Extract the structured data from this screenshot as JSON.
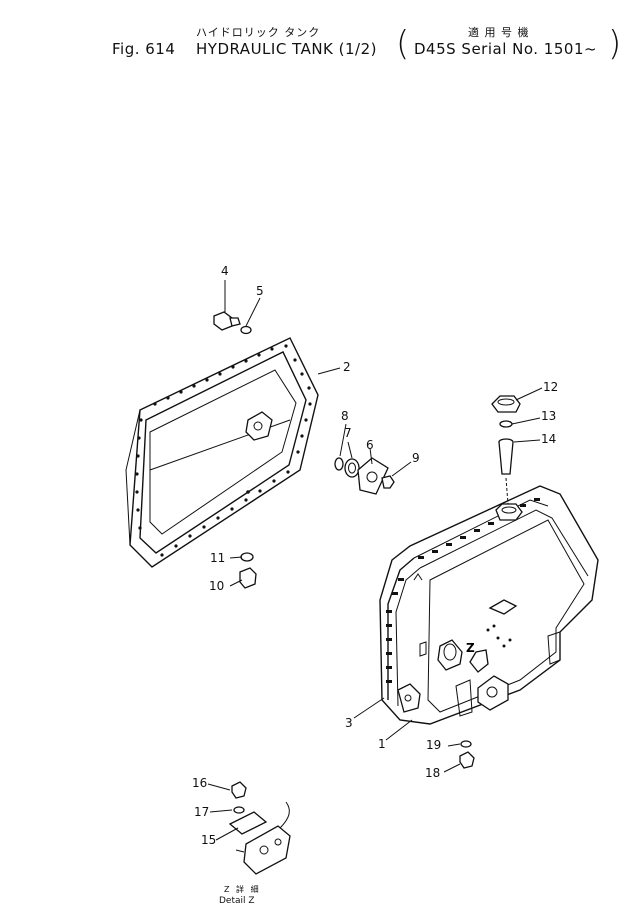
{
  "header": {
    "jp_title": "ハイドロリック タンク",
    "fig_label": "Fig. 614",
    "title": "HYDRAULIC TANK (1/2)",
    "jp_applicable": "適 用 号 機",
    "applicable": "D45S Serial No. 1501~",
    "paren_open": "(",
    "paren_close": ")"
  },
  "callouts": [
    "1",
    "2",
    "3",
    "4",
    "5",
    "6",
    "7",
    "8",
    "9",
    "10",
    "11",
    "12",
    "13",
    "14",
    "15",
    "16",
    "17",
    "18",
    "19"
  ],
  "detail": {
    "jp": "Z 詳 細",
    "en": "Detail Z",
    "z_mark": "Z"
  }
}
